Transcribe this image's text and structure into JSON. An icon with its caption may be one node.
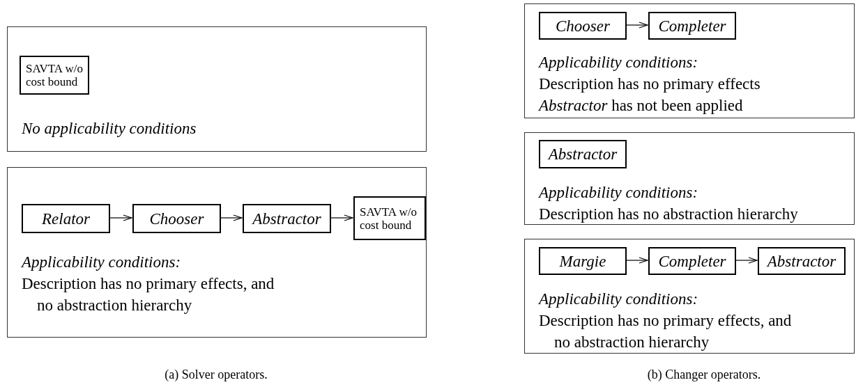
{
  "diagram": {
    "nodes": [
      {
        "text": [
          "No applicability conditions"
        ]
      },
      {
        "text": [
          "SAVTA w/o cost bound"
        ],
        "in": 0
      },
      {
        "text": [
          "Applicability conditions:",
          "Description has no primary effects, and no abstraction hierarchy"
        ]
      },
      {
        "text": [
          "Relator"
        ],
        "in": 2
      },
      {
        "text": [
          "Chooser"
        ],
        "in": 2
      },
      {
        "text": [
          "Abstractor"
        ],
        "in": 2
      },
      {
        "text": [
          "SAVTA w/o cost bound"
        ],
        "in": 2
      },
      {
        "text": [
          "Applicability conditions:",
          "Description has no primary effects",
          "*Abstractor* has not been applied"
        ]
      },
      {
        "text": [
          "Chooser"
        ],
        "in": 7
      },
      {
        "text": [
          "Completer"
        ],
        "in": 7
      },
      {
        "text": [
          "Applicability conditions:",
          "Description has no abstraction hierarchy"
        ]
      },
      {
        "text": [
          "Abstractor"
        ],
        "in": 10
      },
      {
        "text": [
          "Applicability conditions:",
          "Description has no primary effects, and no abstraction hierarchy"
        ]
      },
      {
        "text": [
          "Margie"
        ],
        "in": 12
      },
      {
        "text": [
          "Completer"
        ],
        "in": 12
      },
      {
        "text": [
          "Abstractor"
        ],
        "in": 12
      }
    ],
    "edges": [
      {
        "from": 3,
        "to": 4,
        "arrow": "to"
      },
      {
        "from": 4,
        "to": 5,
        "arrow": "to"
      },
      {
        "from": 5,
        "to": 6,
        "arrow": "to"
      },
      {
        "from": 8,
        "to": 9,
        "arrow": "to"
      },
      {
        "from": 13,
        "to": 14,
        "arrow": "to"
      },
      {
        "from": 14,
        "to": 15,
        "arrow": "to"
      }
    ],
    "labels": [
      "(a) Solver operators.",
      "(b) Changer operators."
    ]
  }
}
